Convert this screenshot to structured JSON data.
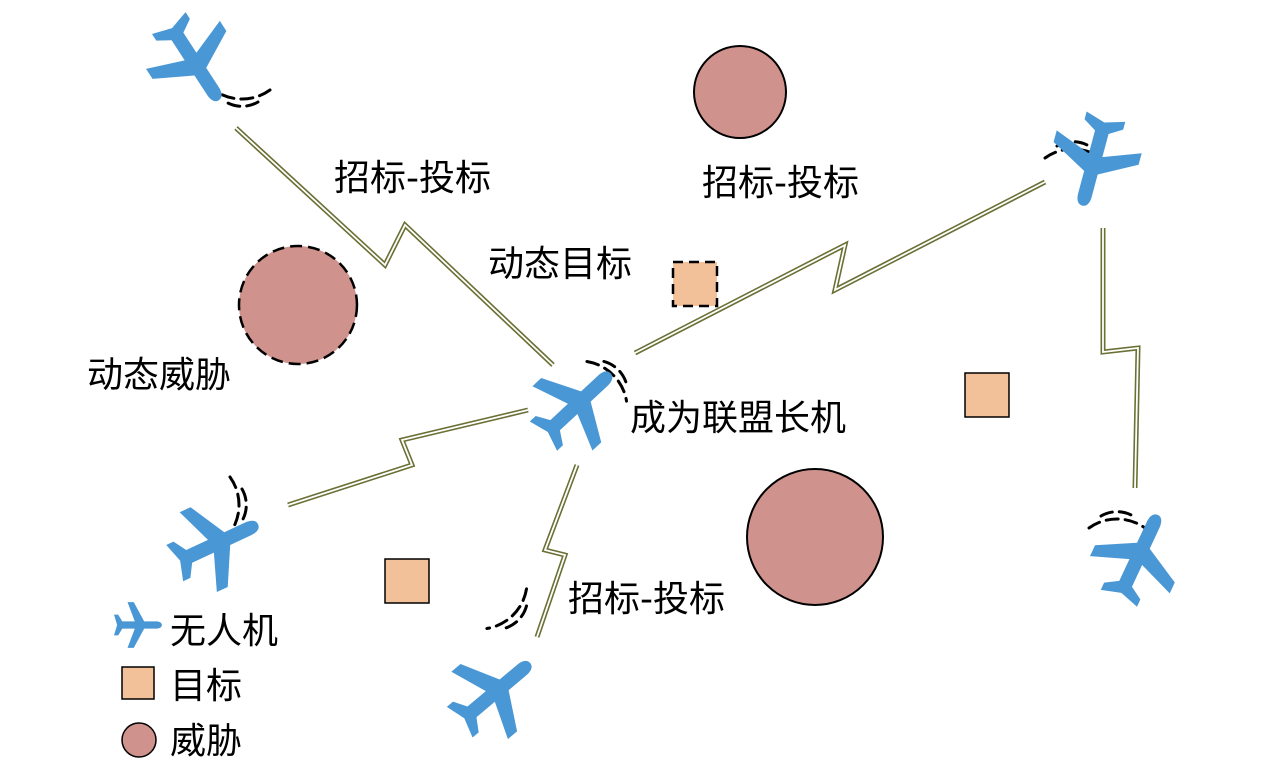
{
  "labels": {
    "bidding_top_left": "招标-投标",
    "bidding_top_right": "招标-投标",
    "bidding_bottom": "招标-投标",
    "dynamic_target": "动态目标",
    "dynamic_threat": "动态威胁",
    "alliance_leader": "成为联盟长机"
  },
  "legend": {
    "uav": "无人机",
    "target": "目标",
    "threat": "威胁"
  },
  "colors": {
    "uav": "#4a97d6",
    "threat": "#cf928d",
    "target": "#f2c199",
    "link_outer": "#6b7035",
    "link_inner": "#ffffff",
    "outline": "#000000"
  },
  "icons": {
    "uav": "airplane-icon",
    "signal": "signal-waves-icon"
  }
}
